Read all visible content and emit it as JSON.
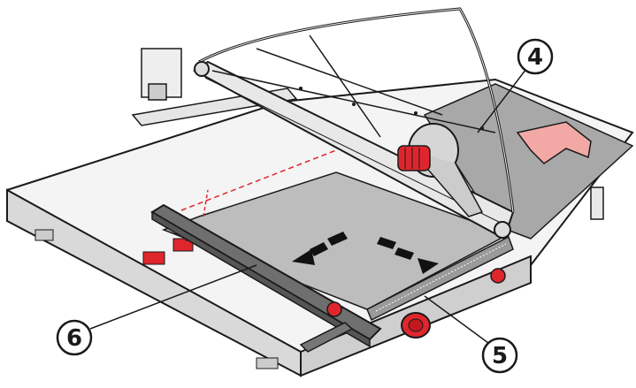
{
  "callouts": {
    "c4": "4",
    "c5": "5",
    "c6": "6"
  },
  "colors": {
    "outline": "#1a1a1a",
    "body": "#f4f4f4",
    "body_side": "#d9d9d9",
    "sheet": "#bdbdbd",
    "sheet_dark": "#9a9a9a",
    "rail": "#6f6f6f",
    "accent_red": "#e0262d",
    "accent_pink": "#f2a9a6",
    "arrow": "#111111"
  },
  "icons": {
    "arrows": "double-dash-arrow-icon",
    "knob": "red-adjustment-knob-icon"
  }
}
